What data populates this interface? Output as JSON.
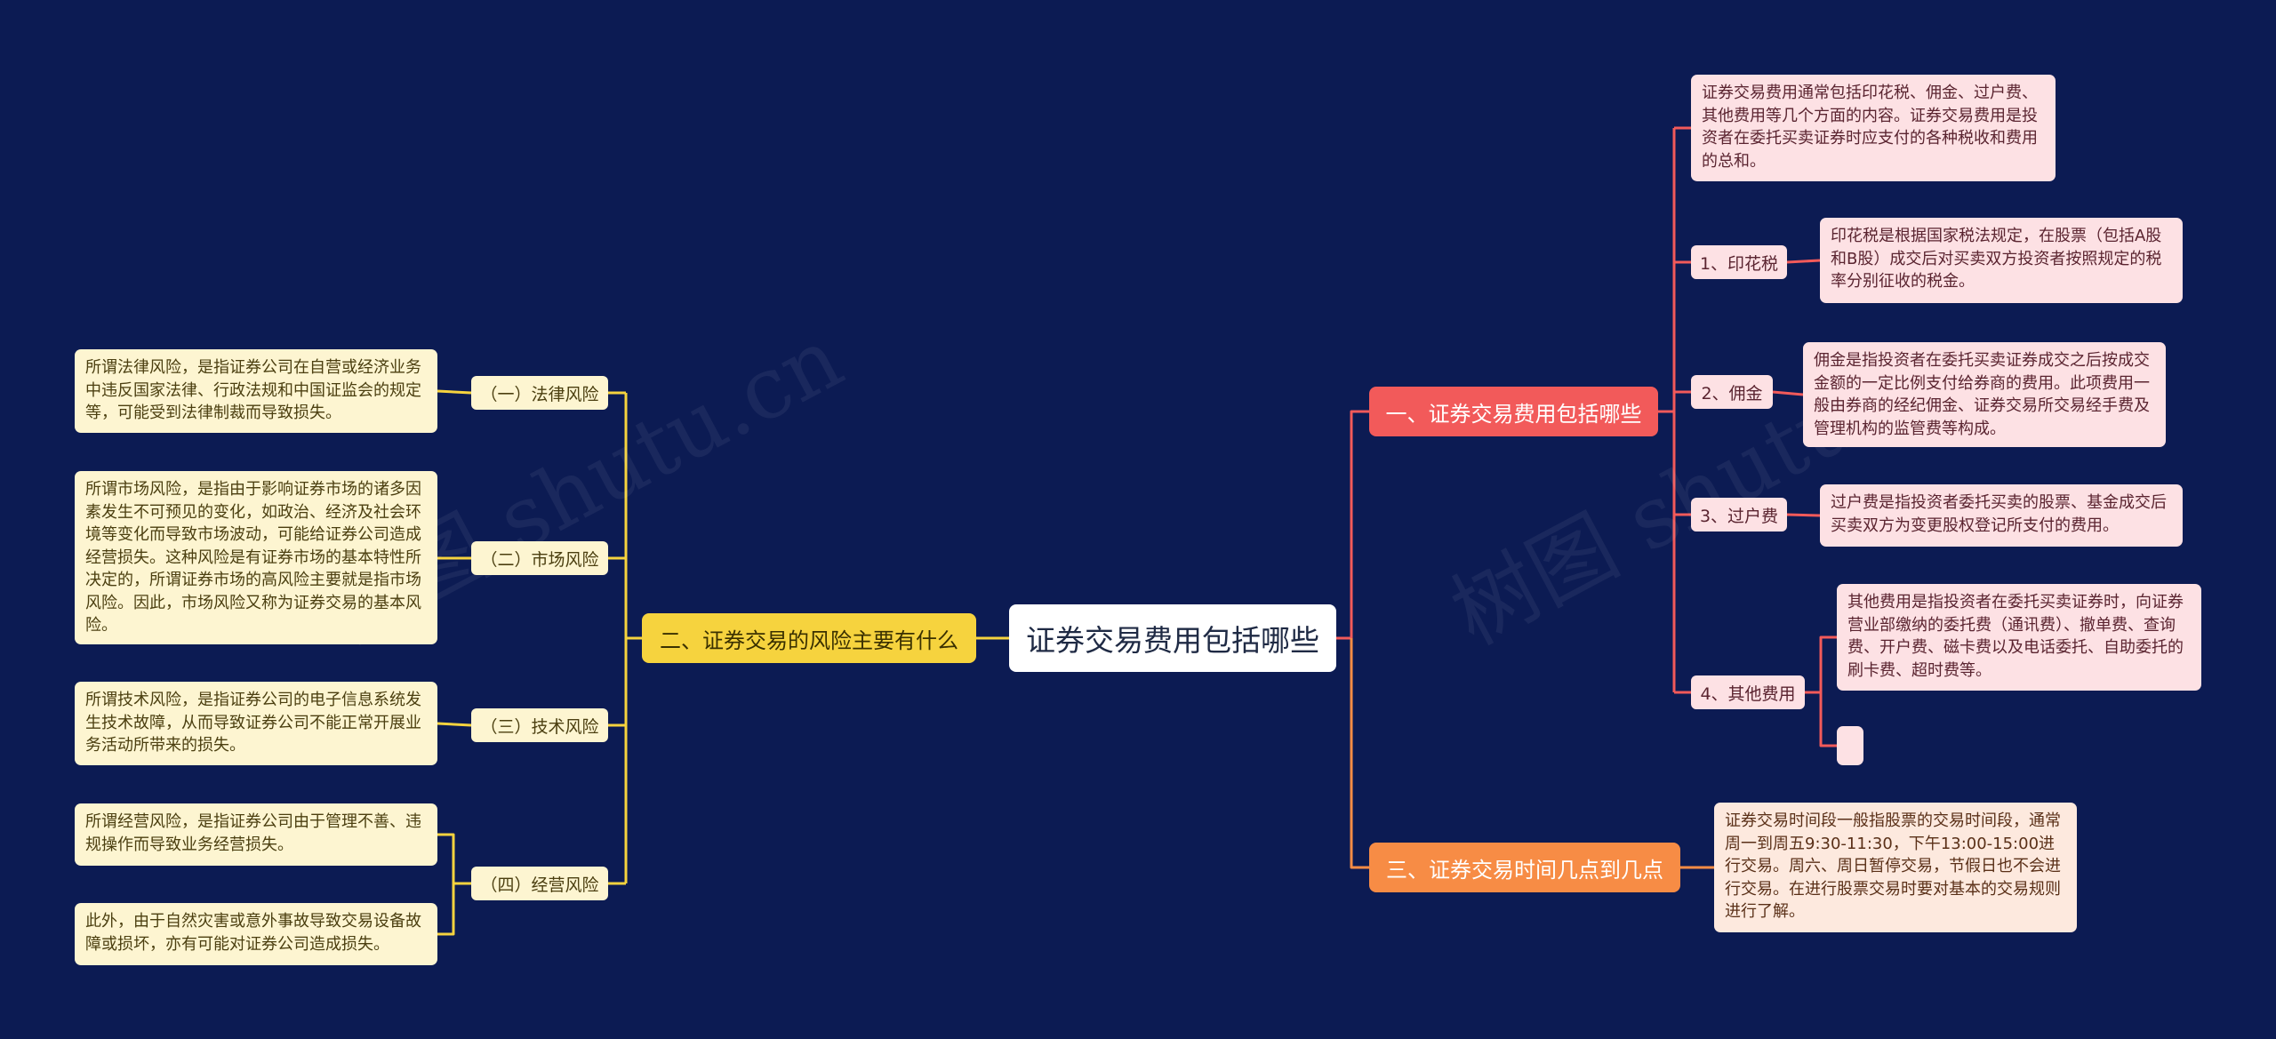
{
  "root": {
    "label": "证券交易费用包括哪些"
  },
  "branches": {
    "risks": {
      "label": "二、证券交易的风险主要有什么",
      "items": [
        {
          "label": "（一）法律风险",
          "details": [
            "所谓法律风险，是指证券公司在自营或经济业务中违反国家法律、行政法规和中国证监会的规定等，可能受到法律制裁而导致损失。"
          ]
        },
        {
          "label": "（二）市场风险",
          "details": [
            "所谓市场风险，是指由于影响证券市场的诸多因素发生不可预见的变化，如政治、经济及社会环境等变化而导致市场波动，可能给证券公司造成经营损失。这种风险是有证券市场的基本特性所决定的，所谓证券市场的高风险主要就是指市场风险。因此，市场风险又称为证券交易的基本风险。"
          ]
        },
        {
          "label": "（三）技术风险",
          "details": [
            "所谓技术风险，是指证券公司的电子信息系统发生技术故障，从而导致证券公司不能正常开展业务活动所带来的损失。"
          ]
        },
        {
          "label": "（四）经营风险",
          "details": [
            "所谓经营风险，是指证券公司由于管理不善、违规操作而导致业务经营损失。",
            "此外，由于自然灾害或意外事故导致交易设备故障或损坏，亦有可能对证券公司造成损失。"
          ]
        }
      ]
    },
    "fees": {
      "label": "一、证券交易费用包括哪些",
      "intro": "证券交易费用通常包括印花税、佣金、过户费、其他费用等几个方面的内容。证券交易费用是投资者在委托买卖证券时应支付的各种税收和费用的总和。",
      "items": [
        {
          "label": "1、印花税",
          "details": [
            "印花税是根据国家税法规定，在股票（包括A股和B股）成交后对买卖双方投资者按照规定的税率分别征收的税金。"
          ]
        },
        {
          "label": "2、佣金",
          "details": [
            "佣金是指投资者在委托买卖证券成交之后按成交金额的一定比例支付给券商的费用。此项费用一般由券商的经纪佣金、证券交易所交易经手费及管理机构的监管费等构成。"
          ]
        },
        {
          "label": "3、过户费",
          "details": [
            "过户费是指投资者委托买卖的股票、基金成交后买卖双方为变更股权登记所支付的费用。"
          ]
        },
        {
          "label": "4、其他费用",
          "details": [
            "其他费用是指投资者在委托买卖证券时，向证券营业部缴纳的委托费（通讯费）、撤单费、查询费、开户费、磁卡费以及电话委托、自助委托的刷卡费、超时费等。",
            ""
          ]
        }
      ]
    },
    "hours": {
      "label": "三、证券交易时间几点到几点",
      "details": [
        "证券交易时间段一般指股票的交易时间段，通常周一到周五9:30-11:30，下午13:00-15:00进行交易。周六、周日暂停交易，节假日也不会进行交易。在进行股票交易时要对基本的交易规则进行了解。"
      ]
    },
    "watermark": [
      "树图 shutu.cn",
      "树图 shutu.cn"
    ]
  },
  "colors": {
    "background": "#0c1b53",
    "link_left": "#f6d33e",
    "link_fees": "#f25a5a",
    "link_hours": "#f78c45"
  }
}
